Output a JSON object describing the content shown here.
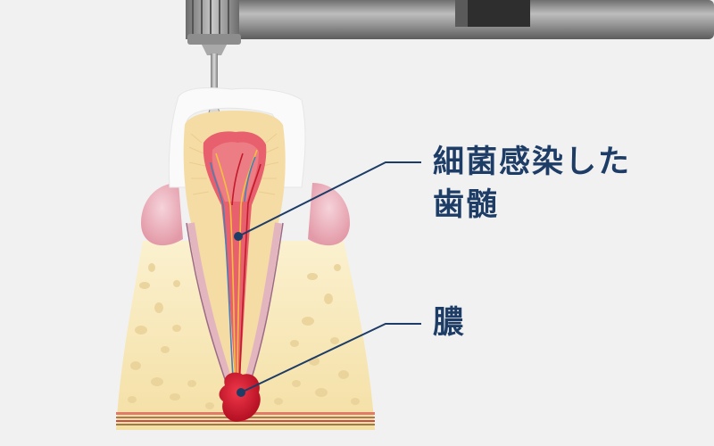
{
  "labels": {
    "infected_pulp_line1": "細菌感染した",
    "infected_pulp_line2": "歯髄",
    "pus": "膿"
  },
  "colors": {
    "label_text": "#1e3d66",
    "leader_line": "#1e3d66",
    "background": "#f1f1f1",
    "gum": "#e9a9b4",
    "bone": "#f7e7b4",
    "dentin": "#f3d9a0",
    "pulp": "#e8606d",
    "pus": "#d8182c",
    "drill_metal": "#9a9a9a"
  },
  "icons": [
    "dental-drill-icon",
    "tooth-cross-section-icon"
  ]
}
